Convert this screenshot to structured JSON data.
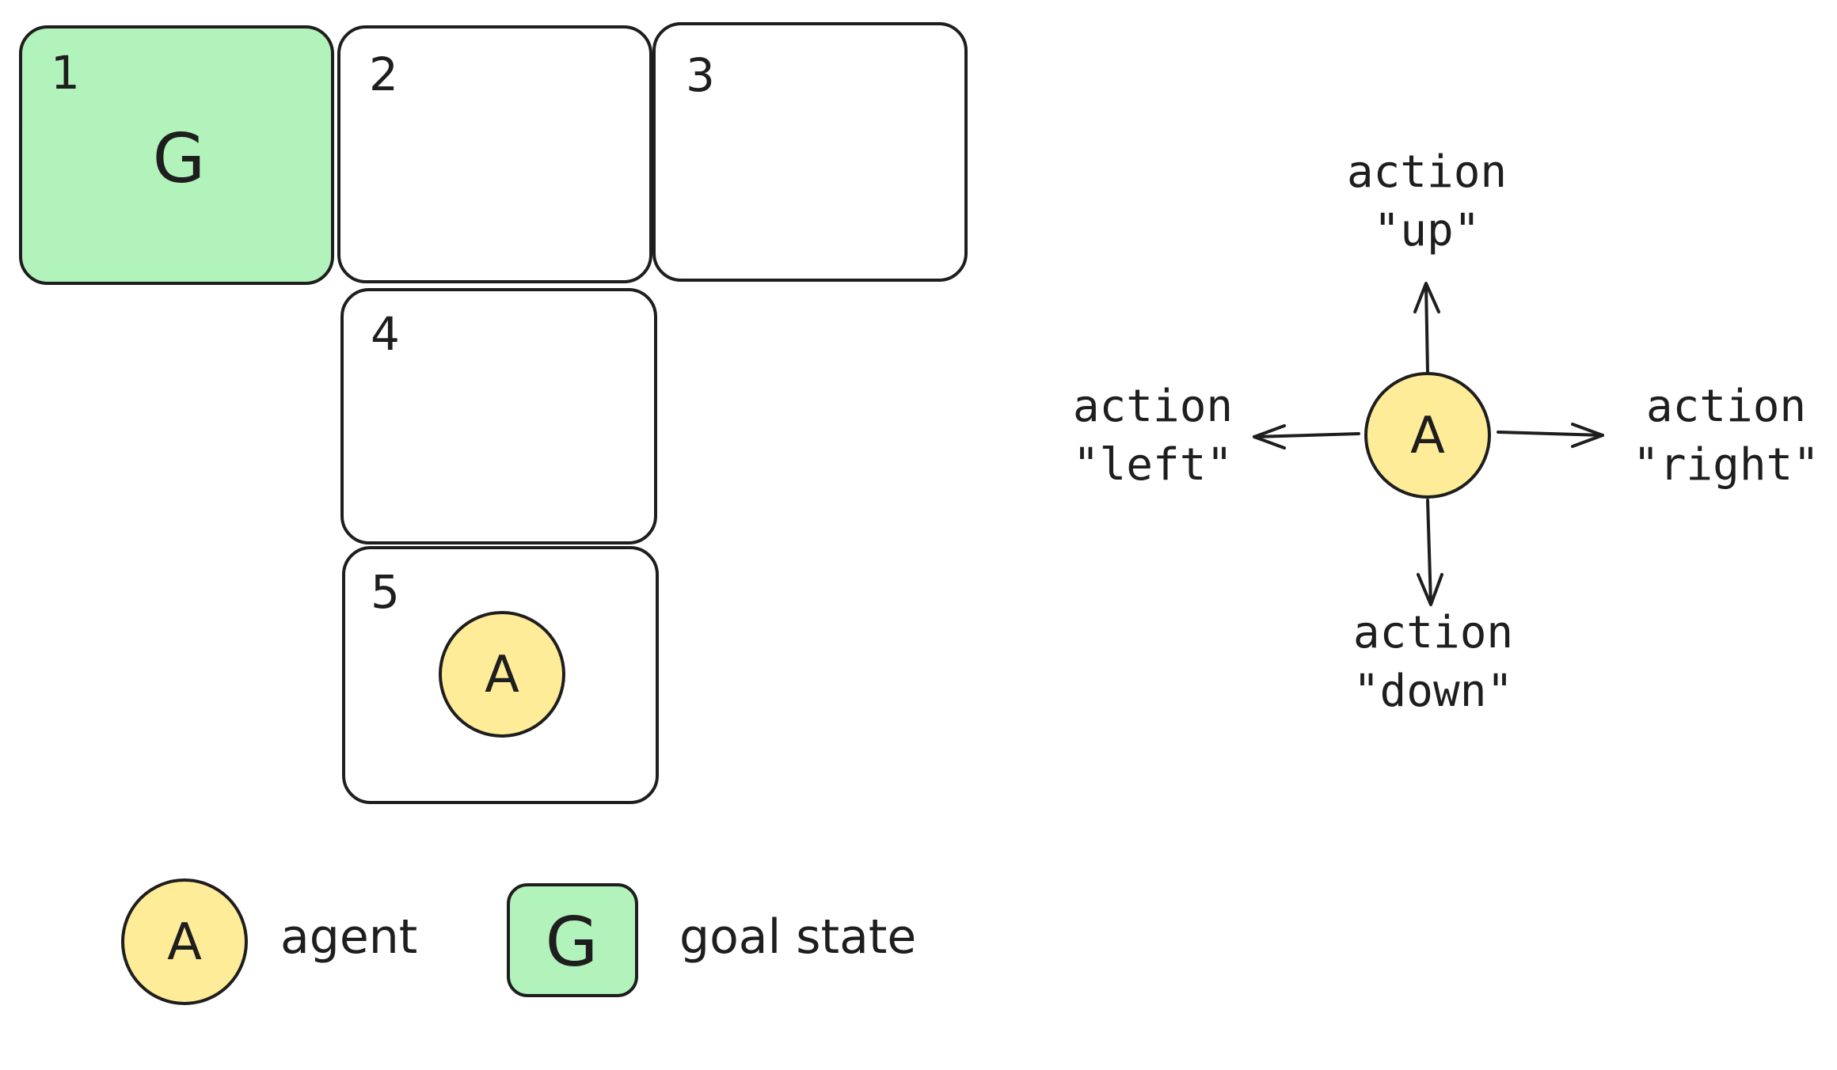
{
  "grid": {
    "cells": [
      {
        "number": "1",
        "content": "G"
      },
      {
        "number": "2",
        "content": ""
      },
      {
        "number": "3",
        "content": ""
      },
      {
        "number": "4",
        "content": ""
      },
      {
        "number": "5",
        "content": "A"
      }
    ]
  },
  "actions": {
    "agent_label": "A",
    "up": {
      "line1": "action",
      "line2": "\"up\""
    },
    "down": {
      "line1": "action",
      "line2": "\"down\""
    },
    "left": {
      "line1": "action",
      "line2": "\"left\""
    },
    "right": {
      "line1": "action",
      "line2": "\"right\""
    }
  },
  "legend": {
    "agent_symbol": "A",
    "agent_label": "agent",
    "goal_symbol": "G",
    "goal_label": "goal state"
  },
  "colors": {
    "goal_fill": "#b2f2bb",
    "agent_fill": "#ffec99",
    "stroke": "#1e1e1e"
  }
}
